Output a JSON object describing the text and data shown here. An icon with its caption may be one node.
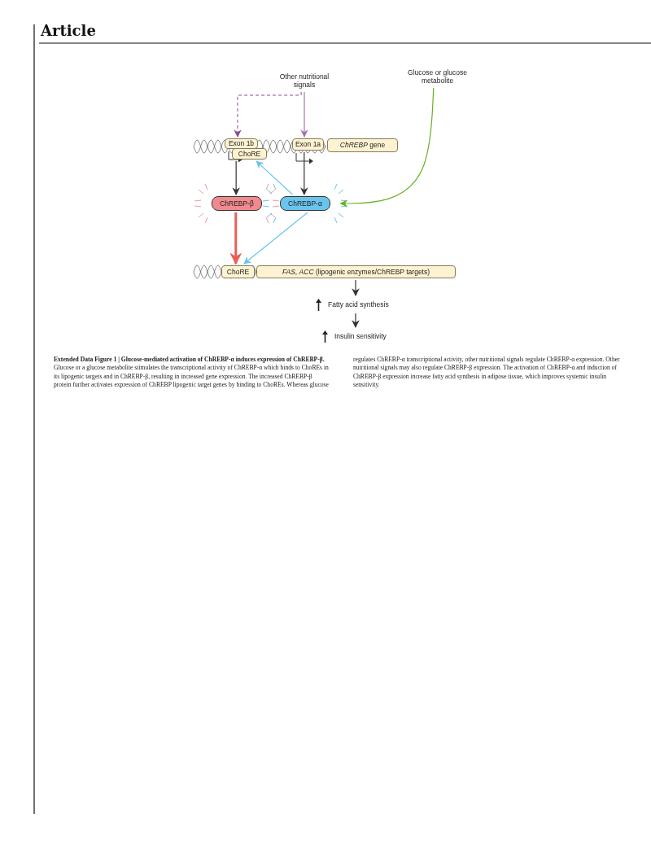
{
  "diagram": {
    "caption": "**Extended Data Figure 1 | Glucose-mediated activation of ChREBP-α induces expression of ChREBP-β.** Glucose or a glucose metabolite stimulates the transcriptional activity of ChREBP-α which binds to ChoREs in its lipogenic targets and in ChREBP-β, resulting in increased gene expression. The increased ChREBP-β protein further activates expression of ChREBP lipogenic target genes by binding to ChoREs. Whereas glucose regulates  ChREBP-α transcriptional activity, other nutritional signals regulate ChREBP-α expression. Other nutritional signals may also regulate ChREBP-β expression. The activation of ChREBP-α and induction of ChREBP-β expression increase fatty acid synthesis in adipose tissue, which improves systemic insulin sensitivity.",
    "nodes": [
      {
        "text": [
          "Other nutritional signals"
        ]
      },
      {
        "text": [
          "Glucose or glucose metabolite"
        ]
      },
      {
        "text": [
          "Exon 1b"
        ]
      },
      {
        "text": [
          "ChoRE"
        ]
      },
      {
        "text": [
          "Exon 1a"
        ]
      },
      {
        "text": [
          "*ChREBP* gene"
        ]
      },
      {
        "text": [
          "ChREBP-β"
        ]
      },
      {
        "text": [
          "ChREBP-α"
        ]
      },
      {
        "text": [
          "ChoRE"
        ]
      },
      {
        "text": [
          "*FAS*, *ACC* (lipogenic enzymes/ChREBP targets)"
        ]
      },
      {
        "text": [
          "Fatty acid synthesis"
        ]
      },
      {
        "text": [
          "Insulin sensitivity"
        ]
      }
    ],
    "edges": [
      {
        "from": 0,
        "to": 2,
        "arrow": "to",
        "style": "dashed",
        "color": "#8e4a8e"
      },
      {
        "from": 0,
        "to": 4,
        "arrow": "to",
        "color": "#a374b0"
      },
      {
        "from": 1,
        "to": 7,
        "arrow": "to",
        "color": "#6ab023"
      },
      {
        "from": 3,
        "to": 6,
        "arrow": "to"
      },
      {
        "from": 4,
        "to": 7,
        "arrow": "to"
      },
      {
        "from": 7,
        "to": 3,
        "arrow": "to",
        "color": "#6ac4ec"
      },
      {
        "from": 6,
        "to": 8,
        "arrow": "to",
        "style": "thick",
        "color": "#e8605a"
      },
      {
        "from": 7,
        "to": 8,
        "arrow": "to",
        "color": "#6ac4ec"
      },
      {
        "from": 9,
        "to": 10,
        "arrow": "to"
      },
      {
        "from": 10,
        "to": 11,
        "arrow": "to"
      }
    ],
    "labels": [
      "Article"
    ]
  }
}
